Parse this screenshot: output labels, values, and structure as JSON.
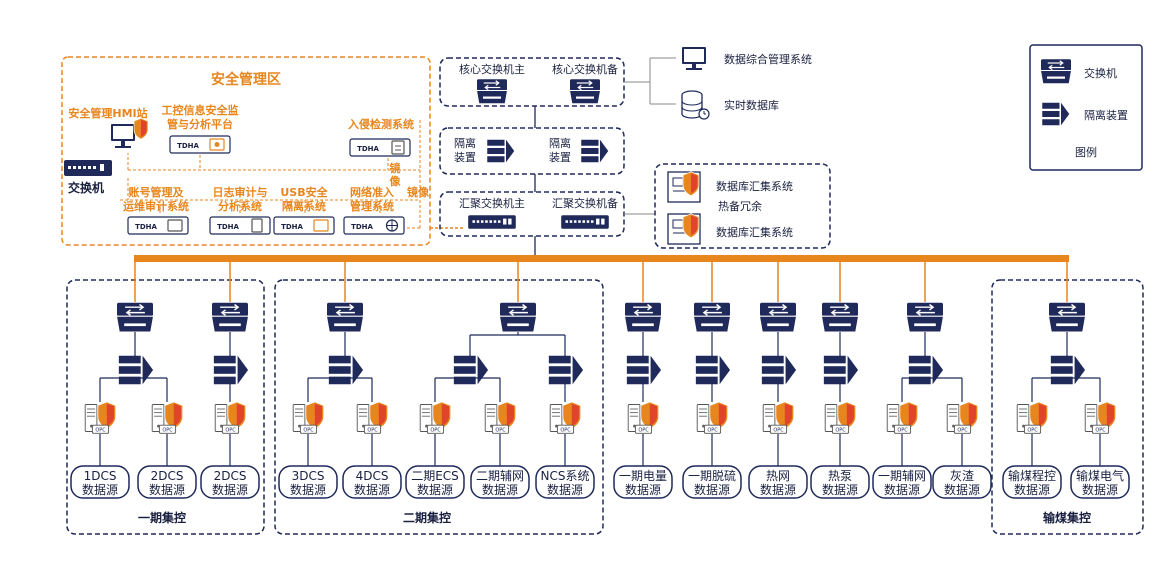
{
  "colors": {
    "navy": "#1f2a5a",
    "orange": "#e8861e",
    "red": "#e0452b",
    "gray": "#888888"
  },
  "security_zone": {
    "title": "安全管理区",
    "hmi": "安全管理HMI站",
    "analysis": [
      "工控信息安全监",
      "管与分析平台"
    ],
    "ids": "入侵检测系统",
    "mirror_v": [
      "镜",
      "像"
    ],
    "mirror_h": "镜像",
    "switch_label": "交换机",
    "account": [
      "账号管理及",
      "运维审计系统"
    ],
    "log": [
      "日志审计与",
      "分析系统"
    ],
    "usb": [
      "USB安全",
      "隔离系统"
    ],
    "nac": [
      "网络准入",
      "管理系统"
    ],
    "brand": "TDHA"
  },
  "core": {
    "main": "核心交换机主",
    "backup": "核心交换机备"
  },
  "isolation": {
    "label_a": [
      "隔离",
      "装置"
    ],
    "label_b": [
      "隔离",
      "装置"
    ]
  },
  "aggregation": {
    "main": "汇聚交换机主",
    "backup": "汇聚交换机备"
  },
  "right_systems": {
    "data_mgmt": "数据综合管理系统",
    "realtime_db": "实时数据库"
  },
  "db_collect": {
    "top": "数据库汇集系统",
    "middle": "热备冗余",
    "bottom": "数据库汇集系统"
  },
  "legend": {
    "switch": "交换机",
    "isolation": "隔离装置",
    "title": "图例"
  },
  "groups": [
    {
      "name": "一期集控",
      "sources": [
        [
          "1DCS",
          "数据源"
        ],
        [
          "2DCS",
          "数据源"
        ],
        [
          "2DCS",
          "数据源"
        ]
      ]
    },
    {
      "name": "二期集控",
      "sources": [
        [
          "3DCS",
          "数据源"
        ],
        [
          "4DCS",
          "数据源"
        ],
        [
          "二期ECS",
          "数据源"
        ],
        [
          "二期辅网",
          "数据源"
        ],
        [
          "NCS系统",
          "数据源"
        ]
      ]
    },
    {
      "name": "",
      "sources": [
        [
          "一期电量",
          "数据源"
        ],
        [
          "一期脱硫",
          "数据源"
        ],
        [
          "热网",
          "数据源"
        ],
        [
          "热泵",
          "数据源"
        ],
        [
          "一期辅网",
          "数据源"
        ],
        [
          "灰渣",
          "数据源"
        ]
      ]
    },
    {
      "name": "输煤集控",
      "sources": [
        [
          "输煤程控",
          "数据源"
        ],
        [
          "输煤电气",
          "数据源"
        ]
      ]
    }
  ]
}
